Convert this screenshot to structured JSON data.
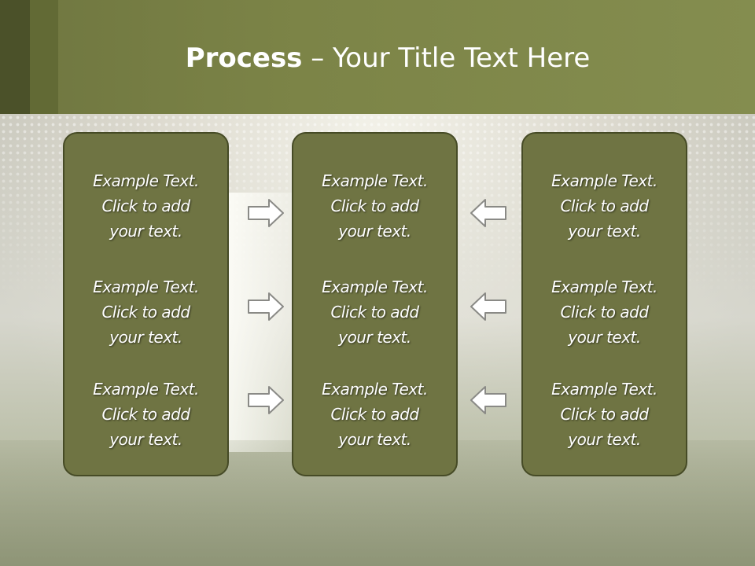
{
  "slide": {
    "title_bold": "Process",
    "title_rest": " – Your Title Text Here"
  },
  "columns": [
    {
      "items": [
        {
          "line1": "Example Text.",
          "line2": "Click  to add",
          "line3": "your text."
        },
        {
          "line1": "Example Text.",
          "line2": "Click  to add",
          "line3": "your text."
        },
        {
          "line1": "Example Text.",
          "line2": "Click  to add",
          "line3": "your text."
        }
      ]
    },
    {
      "items": [
        {
          "line1": "Example Text.",
          "line2": "Click  to add",
          "line3": "your text."
        },
        {
          "line1": "Example Text.",
          "line2": "Click  to add",
          "line3": "your text."
        },
        {
          "line1": "Example Text.",
          "line2": "Click  to add",
          "line3": "your text."
        }
      ]
    },
    {
      "items": [
        {
          "line1": "Example Text.",
          "line2": "Click  to add",
          "line3": "your text."
        },
        {
          "line1": "Example Text.",
          "line2": "Click  to add",
          "line3": "your text."
        },
        {
          "line1": "Example Text.",
          "line2": "Click  to add",
          "line3": "your text."
        }
      ]
    }
  ],
  "arrows": {
    "left_group": "right-arrow-icon",
    "right_group": "left-arrow-icon"
  },
  "colors": {
    "header": "#7c8447",
    "box_fill": "#6f7443",
    "box_border": "#464b26",
    "text": "#ffffff"
  }
}
